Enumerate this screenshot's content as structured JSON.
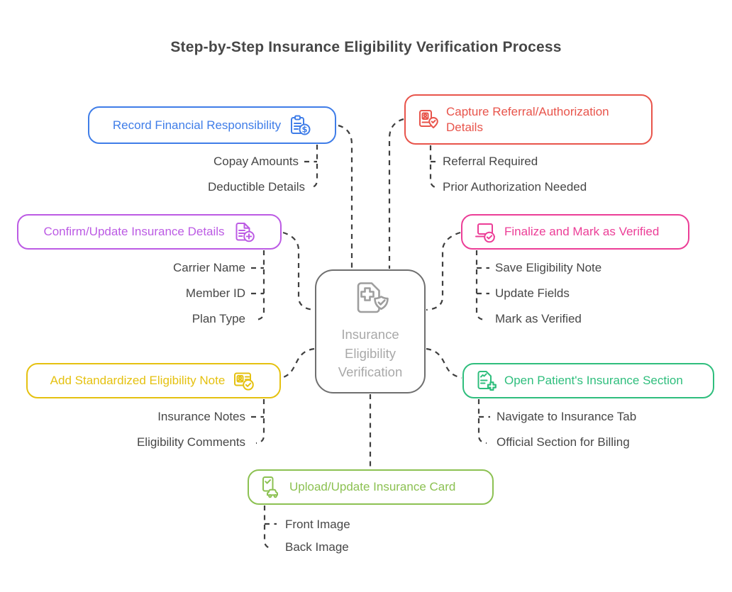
{
  "title": "Step-by-Step Insurance Eligibility Verification Process",
  "center": {
    "label": "Insurance Eligibility Verification",
    "icon": "medical-document-shield-check-icon",
    "border_color": "#6f6f6f",
    "text_color": "#a9a9a9"
  },
  "connector_color": "#3f3f3f",
  "item_text_color": "#474747",
  "branches": [
    {
      "id": "record-financial-responsibility",
      "label": "Record Financial Responsibility",
      "color": "#3f7de8",
      "icon": "clipboard-dollar-icon",
      "items": [
        "Copay Amounts",
        "Deductible Details"
      ]
    },
    {
      "id": "capture-referral-authorization-details",
      "label": "Capture Referral/Authorization Details",
      "color": "#e8544b",
      "icon": "id-card-location-pin-check-icon",
      "items": [
        "Referral Required",
        "Prior Authorization Needed"
      ]
    },
    {
      "id": "confirm-update-insurance-details",
      "label": "Confirm/Update Insurance Details",
      "color": "#bc5be4",
      "icon": "document-add-icon",
      "items": [
        "Carrier Name",
        "Member ID",
        "Plan Type"
      ]
    },
    {
      "id": "finalize-and-mark-as-verified",
      "label": "Finalize and Mark as Verified",
      "color": "#ec3e97",
      "icon": "laptop-check-icon",
      "items": [
        "Save Eligibility Note",
        "Update Fields",
        "Mark as Verified"
      ]
    },
    {
      "id": "add-standardized-eligibility-note",
      "label": "Add Standardized Eligibility Note",
      "color": "#e5c110",
      "icon": "id-card-check-icon",
      "items": [
        "Insurance Notes",
        "Eligibility Comments"
      ]
    },
    {
      "id": "open-patients-insurance-section",
      "label": "Open Patient's Insurance Section",
      "color": "#2fbe7d",
      "icon": "document-medical-plus-icon",
      "items": [
        "Navigate to Insurance Tab",
        "Official Section for Billing"
      ]
    },
    {
      "id": "upload-update-insurance-card",
      "label": "Upload/Update Insurance Card",
      "color": "#8cc152",
      "icon": "card-check-car-icon",
      "items": [
        "Front Image",
        "Back Image"
      ]
    }
  ]
}
